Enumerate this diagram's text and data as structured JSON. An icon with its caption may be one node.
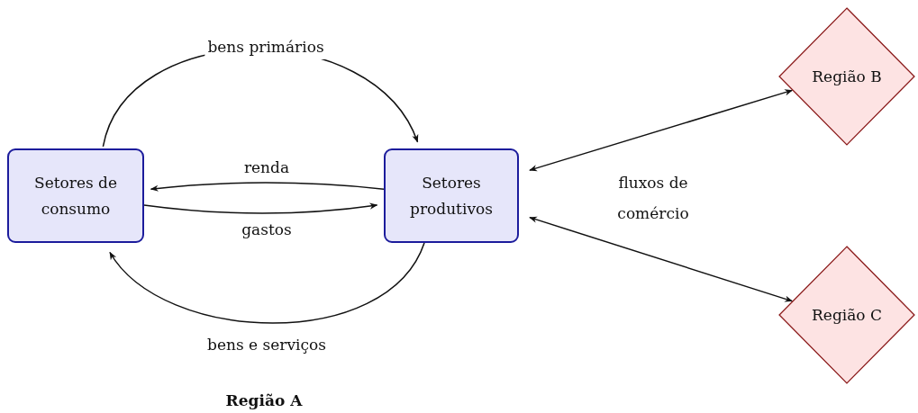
{
  "diagram": {
    "nodes": [
      {
        "text": [
          "Setores de consumo"
        ]
      },
      {
        "text": [
          "Setores produtivos"
        ]
      },
      {
        "text": [
          "Região B"
        ]
      },
      {
        "text": [
          "Região C"
        ]
      }
    ],
    "edges": [
      {
        "from": 0,
        "to": 1,
        "arrow": "to",
        "label": "bens primários"
      },
      {
        "from": 1,
        "to": 0,
        "arrow": "to",
        "label": "renda"
      },
      {
        "from": 0,
        "to": 1,
        "arrow": "to",
        "label": "gastos"
      },
      {
        "from": 1,
        "to": 0,
        "arrow": "to",
        "label": "bens e serviços"
      },
      {
        "from": 1,
        "to": 2,
        "arrow": "both"
      },
      {
        "from": 1,
        "to": 3,
        "arrow": "both"
      }
    ],
    "labels": [
      "fluxos de comércio",
      "Região A"
    ]
  }
}
